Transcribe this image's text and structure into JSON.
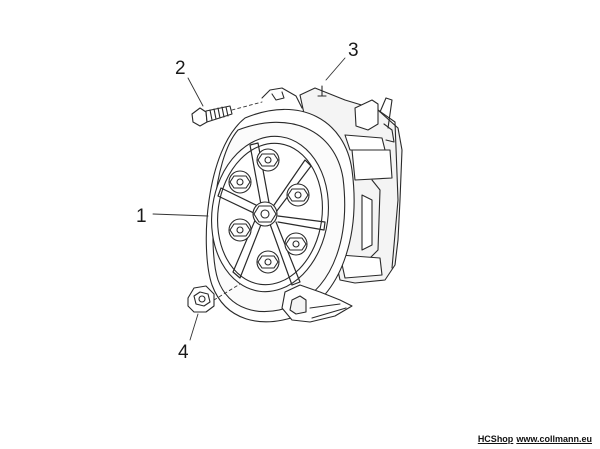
{
  "diagram": {
    "parts": [
      {
        "callout": "1",
        "name": "fan-cover"
      },
      {
        "callout": "2",
        "name": "screw"
      },
      {
        "callout": "3",
        "name": "clip"
      },
      {
        "callout": "4",
        "name": "nut"
      }
    ],
    "colors": {
      "line": "#2a2a2a",
      "fill": "#ffffff",
      "shade": "#f1f1f1"
    }
  },
  "footer": {
    "shop": "HCShop",
    "url": "www.collmann.eu"
  }
}
